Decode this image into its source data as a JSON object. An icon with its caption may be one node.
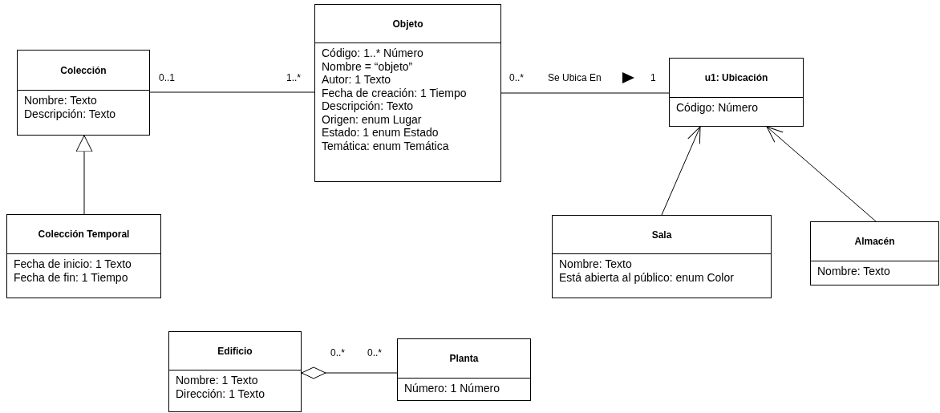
{
  "diagram": {
    "nodes": [
      {
        "text": [
          "Objeto",
          "Código: 1..* Número",
          "Nombre = “objeto”",
          "Autor: 1 Texto",
          "Fecha de creación: 1 Tiempo",
          "Descripción: Texto",
          "Origen: enum Lugar",
          "Estado: 1 enum Estado",
          "Temática: enum Temática"
        ]
      },
      {
        "text": [
          "Colección",
          "Nombre: Texto",
          "Descripción: Texto"
        ]
      },
      {
        "text": [
          "u1: Ubicación",
          "Código: Número"
        ]
      },
      {
        "text": [
          "Colección Temporal",
          "Fecha de inicio: 1 Texto",
          "Fecha de fin: 1 Tiempo"
        ]
      },
      {
        "text": [
          "Sala",
          "Nombre: Texto",
          "Está abierta al público: enum Color"
        ]
      },
      {
        "text": [
          "Almacén",
          "Nombre: Texto"
        ]
      },
      {
        "text": [
          "Edificio",
          "Nombre: 1 Texto",
          "Dirección: 1 Texto"
        ]
      },
      {
        "text": [
          "Planta",
          "Número: 1 Número"
        ]
      }
    ],
    "edges": [
      {
        "from": 1,
        "to": 0,
        "arrow": "none"
      },
      {
        "from": 3,
        "to": 1,
        "arrow": "to"
      },
      {
        "from": 0,
        "to": 2,
        "arrow": "none",
        "label": "Se Ubica En"
      },
      {
        "from": 4,
        "to": 2,
        "arrow": "to"
      },
      {
        "from": 5,
        "to": 2,
        "arrow": "to"
      },
      {
        "from": 6,
        "to": 7,
        "arrow": "other"
      }
    ],
    "labels": [
      "0..1",
      "1..*",
      "0..*",
      "1",
      "0..*",
      "0..*"
    ]
  }
}
